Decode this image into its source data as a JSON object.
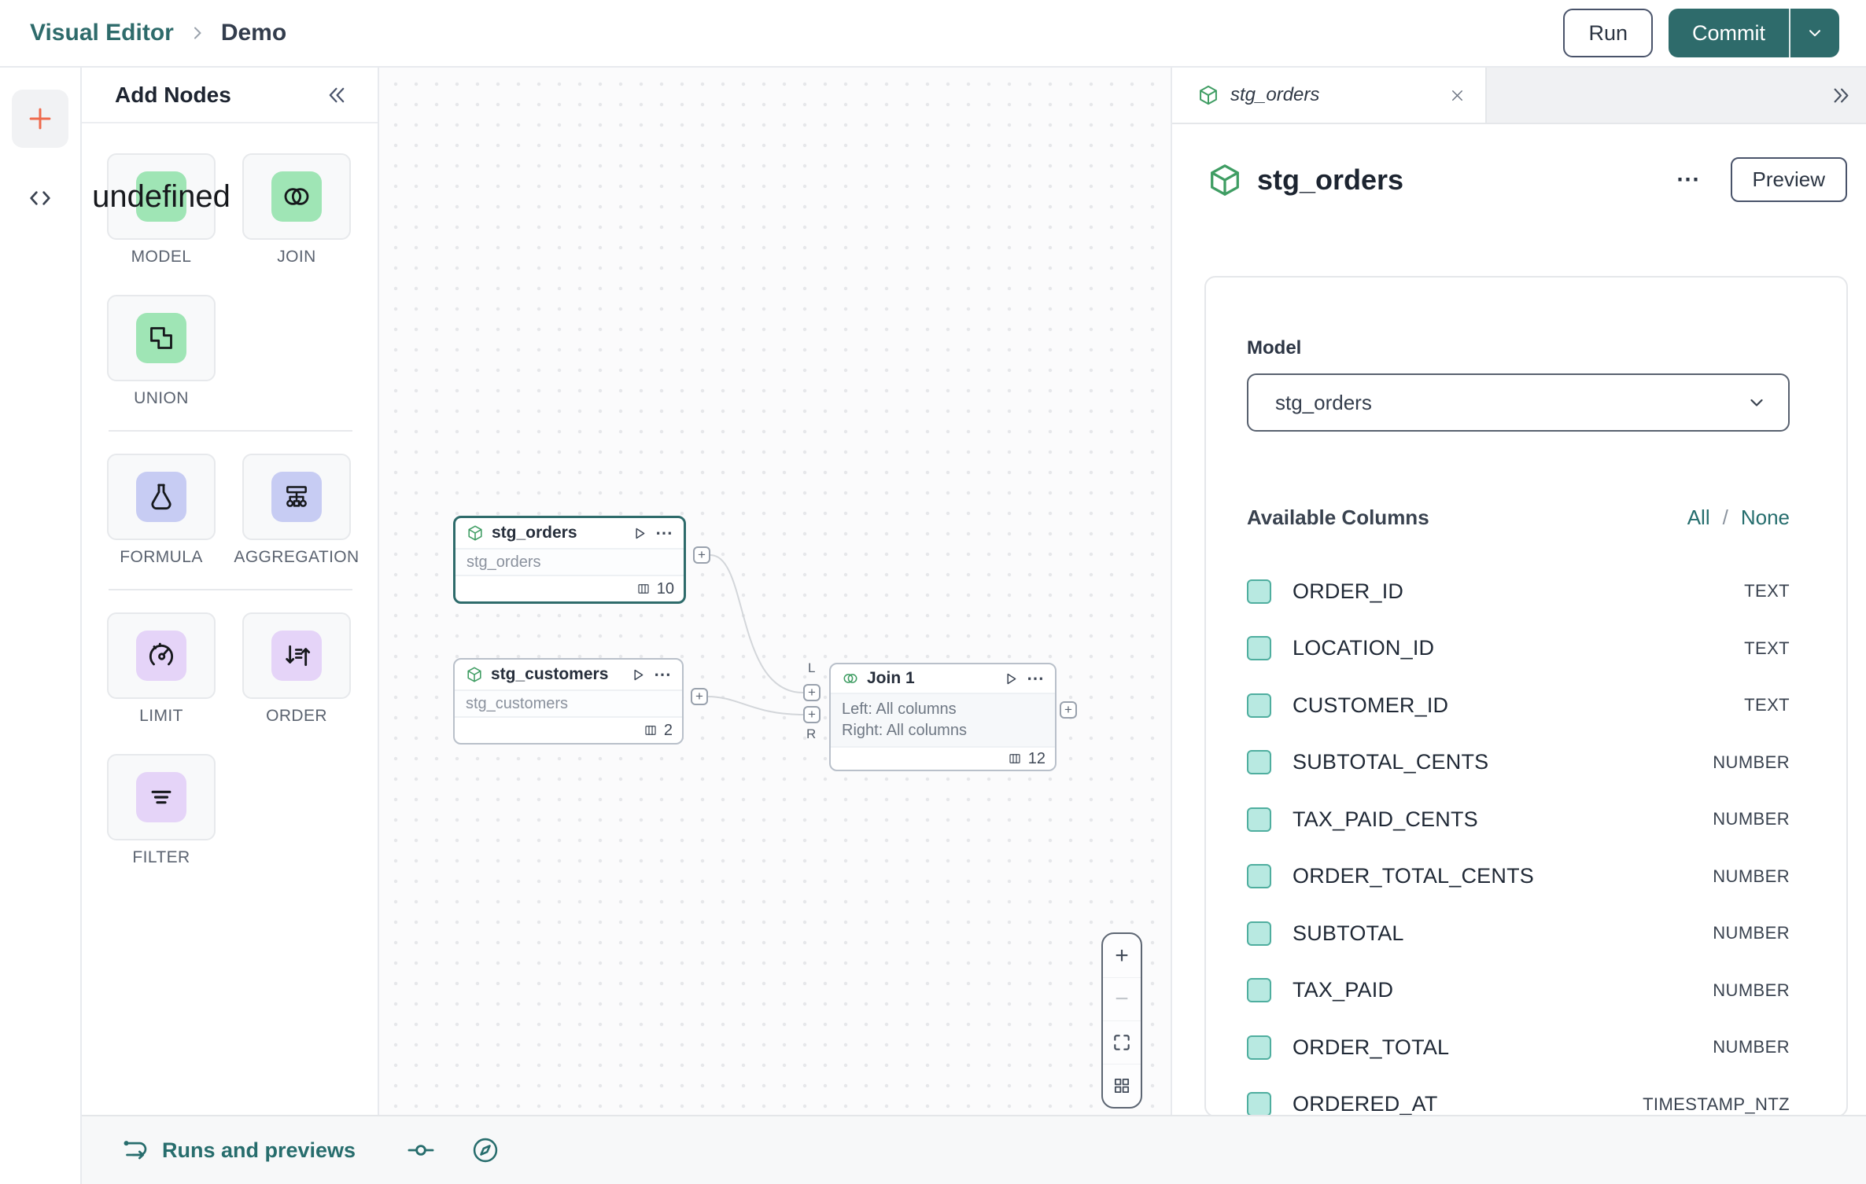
{
  "colors": {
    "teal": "#2e6b6b",
    "green": "#9fe5b5",
    "indigo": "#c7ccf3",
    "purple": "#e5d4f8",
    "checkbox_fill": "#b8e9e1",
    "checkbox_border": "#4fae9f"
  },
  "icons": {
    "plus": "+",
    "minus": "−",
    "ellipsis": "⋯"
  },
  "header": {
    "breadcrumb_root": "Visual Editor",
    "breadcrumb_current": "Demo",
    "run_label": "Run",
    "commit_label": "Commit"
  },
  "palette": {
    "title": "Add Nodes",
    "groups": [
      {
        "tiles": [
          {
            "label": "MODEL",
            "icon": "model",
            "color": "green"
          },
          {
            "label": "JOIN",
            "icon": "join",
            "color": "green"
          },
          {
            "label": "UNION",
            "icon": "union",
            "color": "green"
          }
        ]
      },
      {
        "tiles": [
          {
            "label": "FORMULA",
            "icon": "formula",
            "color": "indigo"
          },
          {
            "label": "AGGREGATION",
            "icon": "aggregation",
            "color": "indigo"
          }
        ]
      },
      {
        "tiles": [
          {
            "label": "LIMIT",
            "icon": "limit",
            "color": "purple"
          },
          {
            "label": "ORDER",
            "icon": "order",
            "color": "purple"
          },
          {
            "label": "FILTER",
            "icon": "filter",
            "color": "purple"
          }
        ]
      }
    ]
  },
  "canvas": {
    "nodes": [
      {
        "title": "stg_orders",
        "subtitle": "stg_orders",
        "count": "10"
      },
      {
        "title": "stg_customers",
        "subtitle": "stg_customers",
        "count": "2"
      },
      {
        "title": "Join 1",
        "lines": [
          "Left: All columns",
          "Right: All columns"
        ],
        "count": "12"
      }
    ],
    "join_ports": {
      "left": "L",
      "right": "R"
    }
  },
  "panel": {
    "tab_title": "stg_orders",
    "title": "stg_orders",
    "preview_label": "Preview",
    "model_label": "Model",
    "model_value": "stg_orders",
    "columns_header": "Available Columns",
    "select_all": "All",
    "select_separator": "/",
    "select_none": "None",
    "columns": [
      {
        "name": "ORDER_ID",
        "type": "TEXT"
      },
      {
        "name": "LOCATION_ID",
        "type": "TEXT"
      },
      {
        "name": "CUSTOMER_ID",
        "type": "TEXT"
      },
      {
        "name": "SUBTOTAL_CENTS",
        "type": "NUMBER"
      },
      {
        "name": "TAX_PAID_CENTS",
        "type": "NUMBER"
      },
      {
        "name": "ORDER_TOTAL_CENTS",
        "type": "NUMBER"
      },
      {
        "name": "SUBTOTAL",
        "type": "NUMBER"
      },
      {
        "name": "TAX_PAID",
        "type": "NUMBER"
      },
      {
        "name": "ORDER_TOTAL",
        "type": "NUMBER"
      },
      {
        "name": "ORDERED_AT",
        "type": "TIMESTAMP_NTZ"
      }
    ]
  },
  "bottom_bar": {
    "runs_label": "Runs and previews"
  }
}
